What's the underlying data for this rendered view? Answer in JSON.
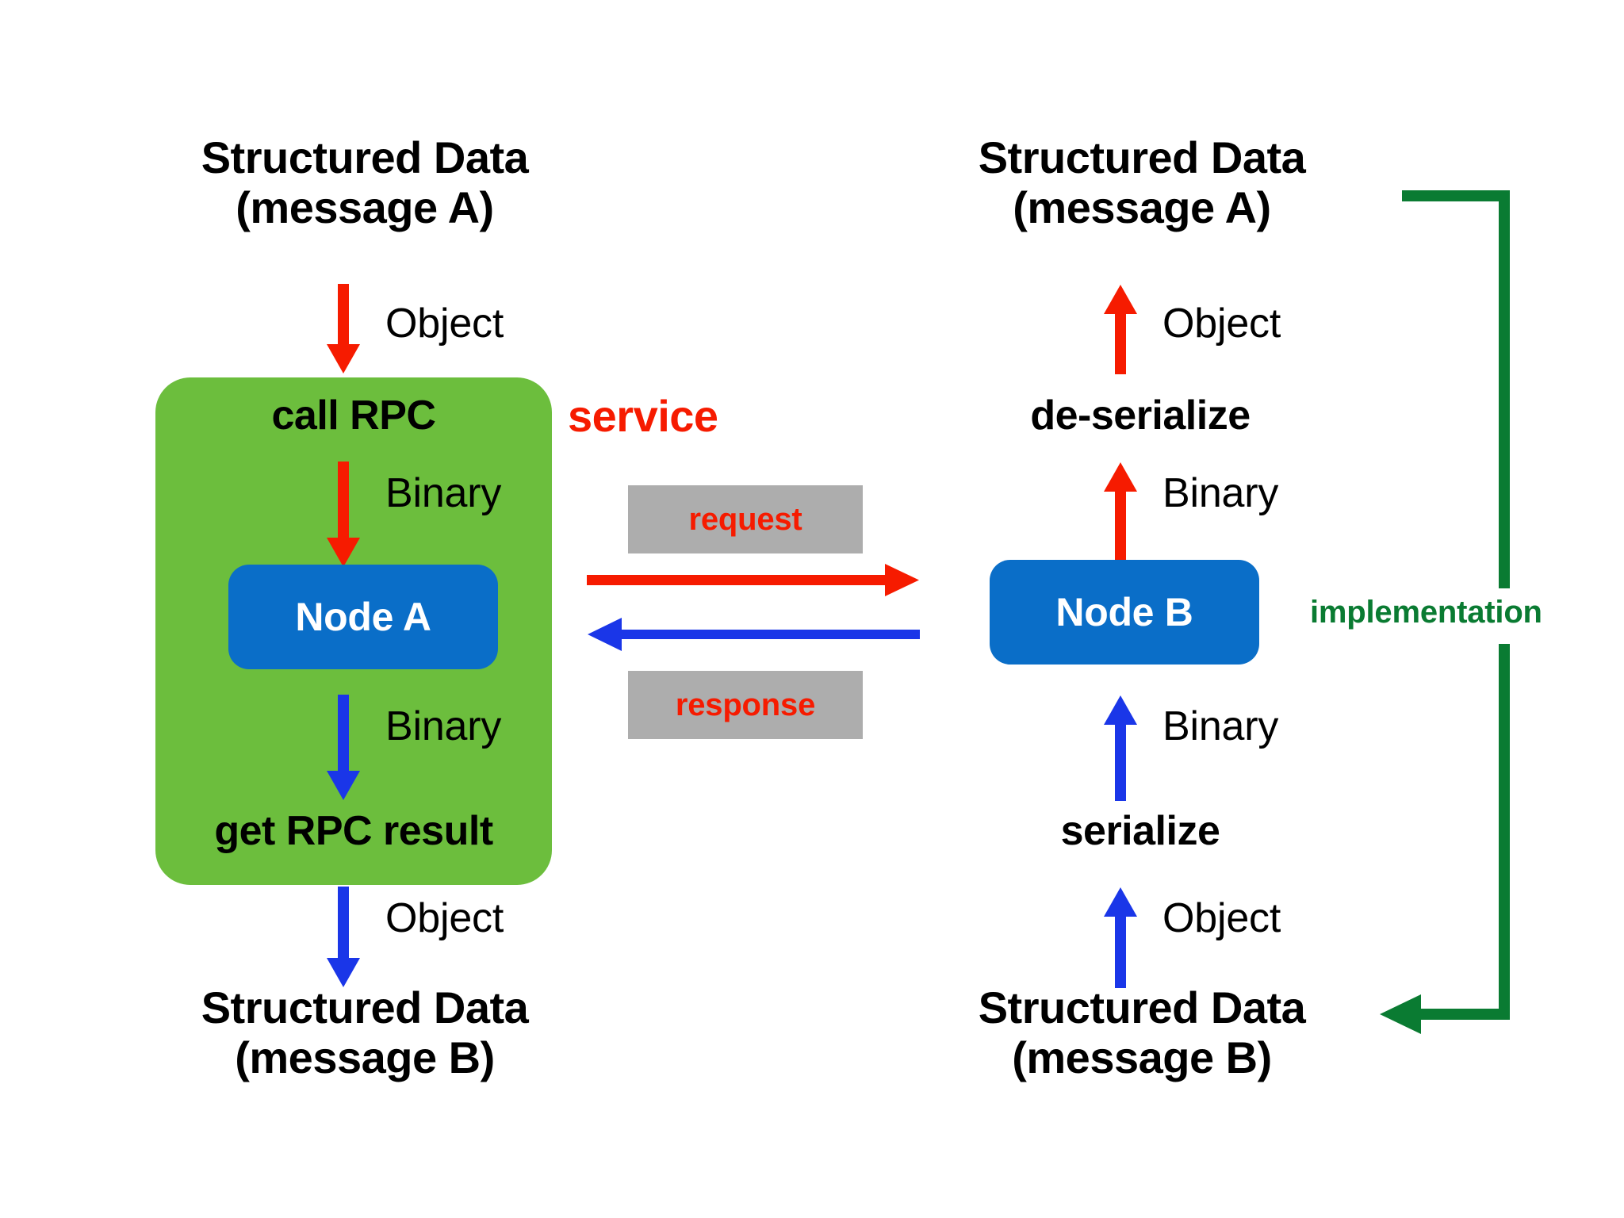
{
  "diagram": {
    "title_implicit": "RPC service and serialization flow",
    "colors": {
      "service_green": "#6cbe3d",
      "node_blue": "#0a6ec8",
      "arrow_red": "#f61b00",
      "arrow_blue": "#1a36e8",
      "implementation_green": "#0a7b32",
      "gray_box": "#adadad",
      "text_black": "#000000",
      "background": "#ffffff"
    },
    "left_column": {
      "top_data": "Structured Data\n(message A)",
      "top_edge_label": "Object",
      "service_label": "service",
      "call_step": "call RPC",
      "call_edge_label": "Binary",
      "node_label": "Node A",
      "result_edge_label": "Binary",
      "result_step": "get RPC result",
      "bottom_edge_label": "Object",
      "bottom_data": "Structured Data\n(message B)"
    },
    "middle": {
      "request_label": "request",
      "response_label": "response"
    },
    "right_column": {
      "top_data": "Structured Data\n(message A)",
      "top_edge_label": "Object",
      "deserialize_step": "de-serialize",
      "deserialize_edge_label": "Binary",
      "node_label": "Node B",
      "serialize_edge_label": "Binary",
      "serialize_step": "serialize",
      "bottom_edge_label": "Object",
      "bottom_data": "Structured Data\n(message B)"
    },
    "bracket": {
      "label": "implementation"
    }
  }
}
